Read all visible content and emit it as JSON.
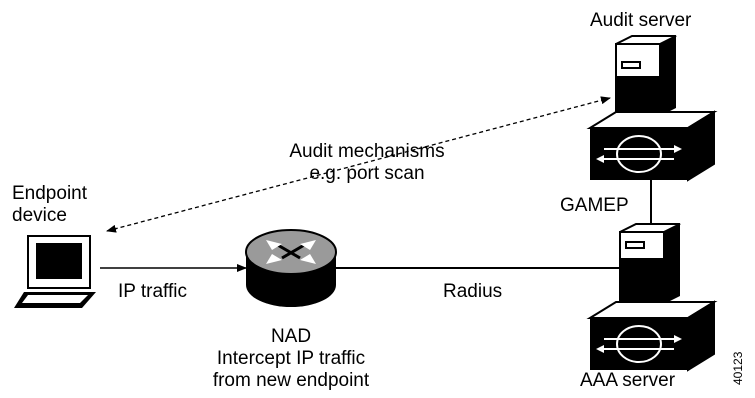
{
  "labels": {
    "audit_server": "Audit server",
    "audit_mechanisms_line1": "Audit mechanisms",
    "audit_mechanisms_line2": "e.g. port scan",
    "endpoint_line1": "Endpoint",
    "endpoint_line2": "device",
    "gamep": "GAMEP",
    "ip_traffic": "IP traffic",
    "radius": "Radius",
    "nad": "NAD",
    "nad_desc_line1": "Intercept IP traffic",
    "nad_desc_line2": "from new endpoint",
    "aaa_server": "AAA server",
    "figure_id": "40123"
  }
}
